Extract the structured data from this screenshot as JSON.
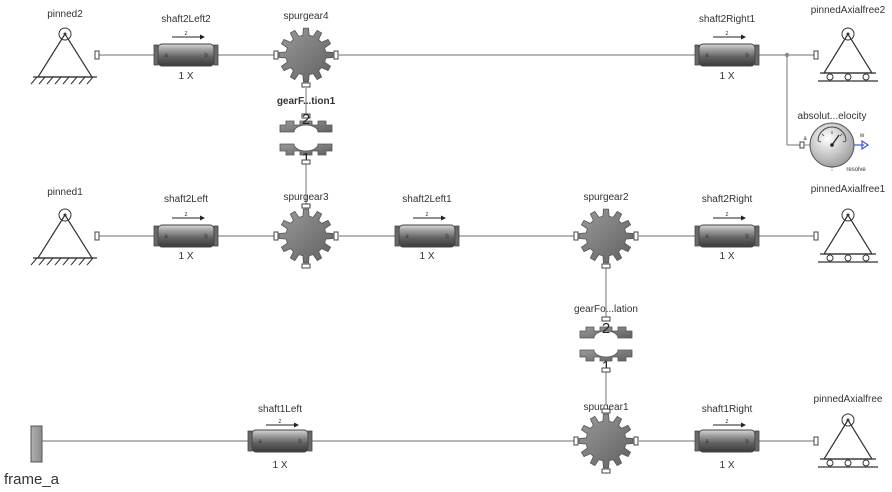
{
  "diagram": {
    "components": {
      "pinned2": "pinned2",
      "pinned1": "pinned1",
      "pinnedAxialfree2": "pinnedAxialfree2",
      "pinnedAxialfree1": "pinnedAxialfree1",
      "pinnedAxialfree": "pinnedAxialfree",
      "shaft2Left2": "shaft2Left2",
      "shaft2Left": "shaft2Left",
      "shaft2Left1": "shaft2Left1",
      "shaft2Right1": "shaft2Right1",
      "shaft2Right": "shaft2Right",
      "shaft1Left": "shaft1Left",
      "shaft1Right": "shaft1Right",
      "spurgear4": "spurgear4",
      "spurgear3": "spurgear3",
      "spurgear2": "spurgear2",
      "spurgear1": "spurgear1",
      "gearFormation1": "gearF...tion1",
      "gearFormation": "gearFo...lation",
      "absoluteVelocity": "absolut...elocity",
      "frame_a": "frame_a"
    },
    "shaft_scale": "1 X",
    "shaft_axis": "z",
    "shaft_port_a": "a",
    "shaft_port_b": "b",
    "gear_port_top": "2",
    "gear_port_bottom": "1",
    "sensor_port_a": "a",
    "sensor_port_w": "w",
    "sensor_resolve": "resolve"
  }
}
